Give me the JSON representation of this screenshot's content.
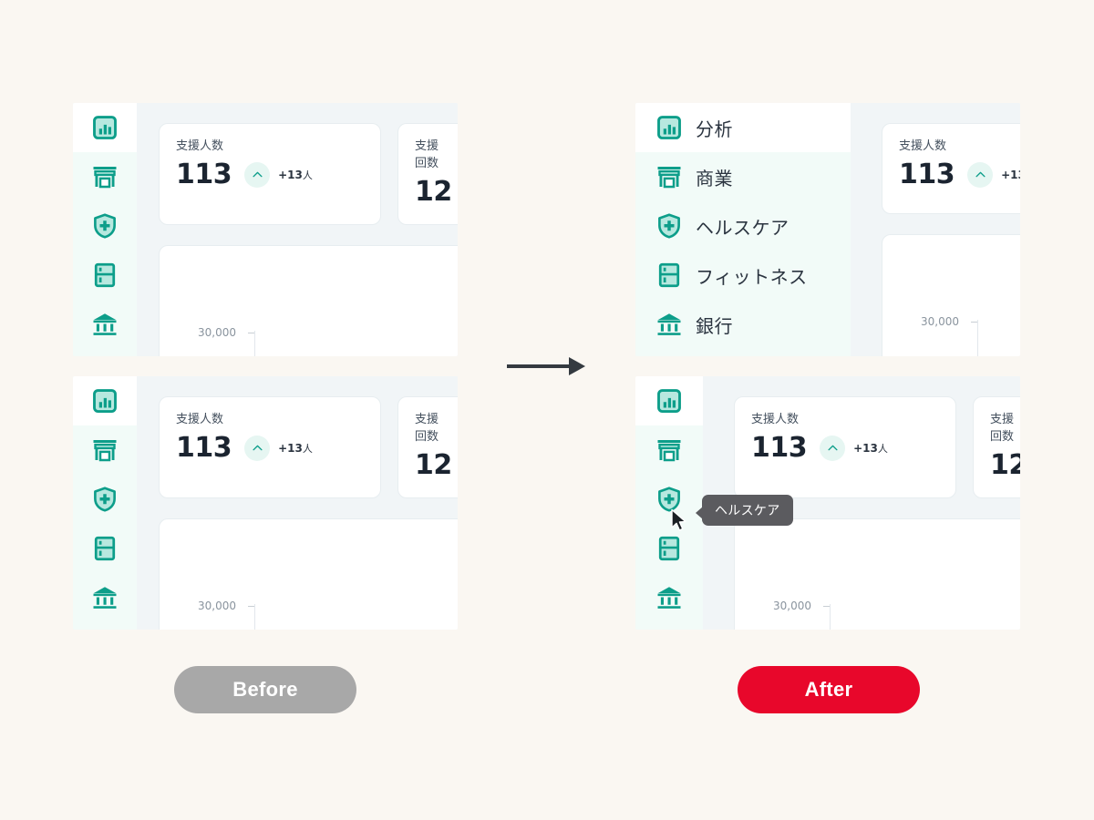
{
  "background_color": "#faf7f2",
  "accent_teal": "#0d9e8a",
  "accent_red": "#e8072b",
  "nav_items": [
    {
      "label": "分析",
      "icon": "analytics-icon"
    },
    {
      "label": "商業",
      "icon": "store-icon"
    },
    {
      "label": "ヘルスケア",
      "icon": "health-shield-icon"
    },
    {
      "label": "フィットネス",
      "icon": "locker-icon"
    },
    {
      "label": "銀行",
      "icon": "bank-icon"
    }
  ],
  "kpi_cards": [
    {
      "label": "支援人数",
      "value": "113",
      "delta_icon": "chevron-up-icon",
      "delta": "+13",
      "delta_unit": "人"
    },
    {
      "label": "支援回数",
      "value": "12"
    }
  ],
  "chart": {
    "y_tick": "30,000"
  },
  "compare": {
    "before_label": "Before",
    "after_label": "After",
    "arrow_icon": "arrow-right-icon"
  },
  "tooltip": {
    "text": "ヘルスケア",
    "cursor_icon": "mouse-pointer-icon"
  }
}
